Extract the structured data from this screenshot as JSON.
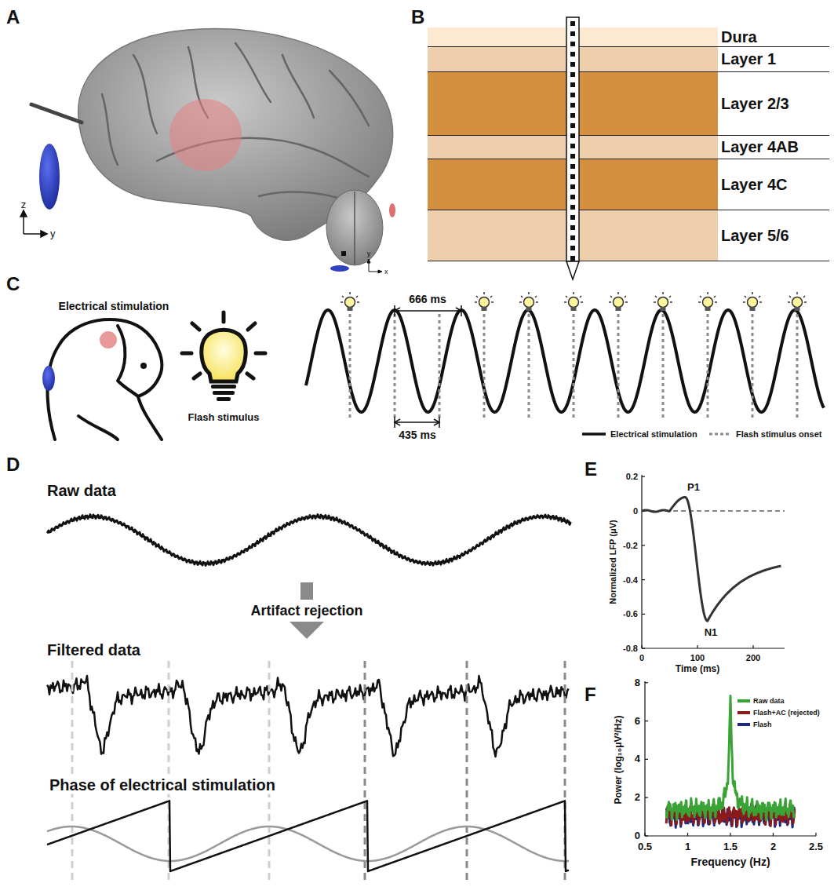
{
  "diagram": {
    "nodes": [
      {
        "text": [
          "Dura"
        ]
      },
      {
        "text": [
          "Layer 1"
        ]
      },
      {
        "text": [
          "Layer 2/3"
        ]
      },
      {
        "text": [
          "Layer 4AB"
        ]
      },
      {
        "text": [
          "Layer 4C"
        ]
      },
      {
        "text": [
          "Layer 5/6"
        ]
      }
    ],
    "labels": [
      "A",
      "z",
      "y",
      "y",
      "x",
      "B",
      "C",
      "Electrical stimulation",
      "Flash stimulus",
      "666 ms",
      "435 ms",
      "D",
      "Raw data",
      "Artifact rejection",
      "Filtered data",
      "Phase of electrical stimulation",
      "E",
      "P1",
      "N1",
      "0.2",
      "0",
      "-0.2",
      "-0.4",
      "-0.6",
      "-0.8",
      "0",
      "100",
      "200",
      "Time (ms)",
      "Normalized LFP (μV)",
      "F",
      "8",
      "6",
      "4",
      "2",
      "0",
      "0.5",
      "1",
      "1.5",
      "2",
      "2.5",
      "Frequency (Hz)",
      "Power (log₁₀μV²/Hz)"
    ],
    "legend": [
      {
        "text": "Electrical stimulation"
      },
      {
        "text": "Flash stimulus onset"
      },
      {
        "text": "Raw data",
        "color": "#3aa336"
      },
      {
        "text": "Flash+AC (rejected)",
        "color": "#8b1a1a"
      },
      {
        "text": "Flash",
        "color": "#1a2a80"
      }
    ]
  }
}
